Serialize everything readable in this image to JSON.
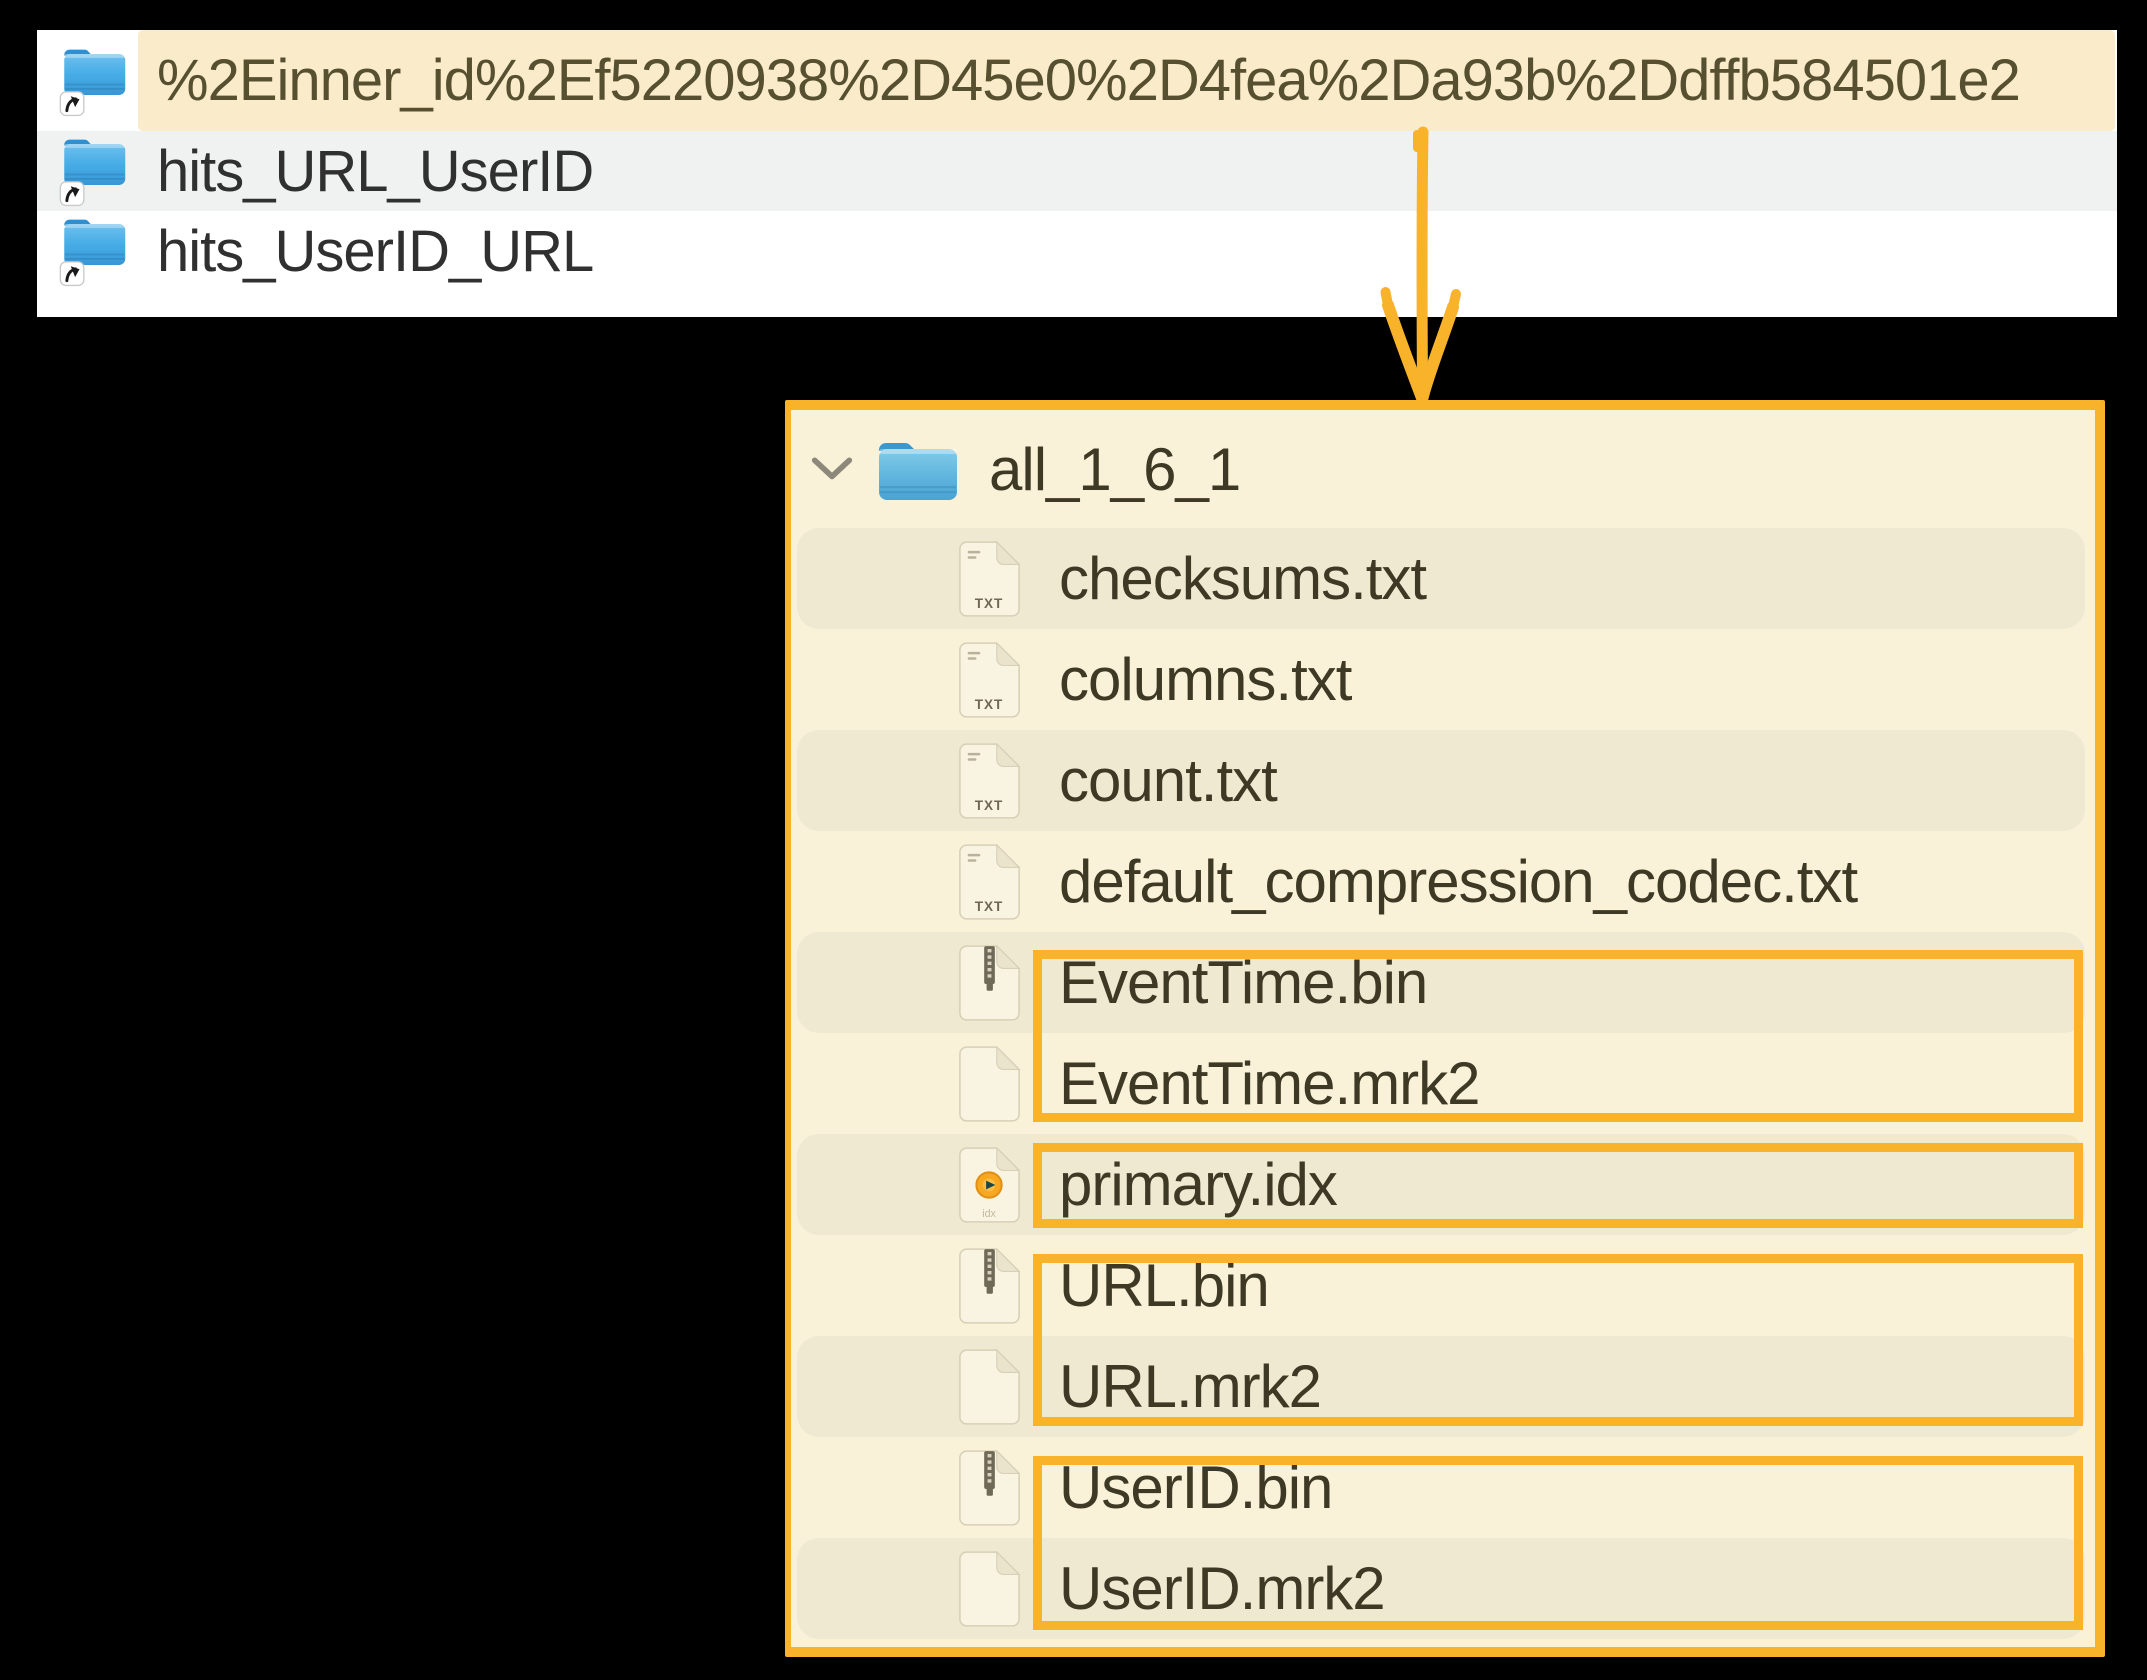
{
  "finder_window": {
    "rows": [
      {
        "label": "%2Einner_id%2Ef5220938%2D45e0%2D4fea%2Da93b%2Ddffb584501e2",
        "icon": "alias-folder-icon",
        "highlighted": true
      },
      {
        "label": "hits_URL_UserID",
        "icon": "alias-folder-icon",
        "highlighted": false
      },
      {
        "label": "hits_UserID_URL",
        "icon": "alias-folder-icon",
        "highlighted": false
      }
    ]
  },
  "part_panel": {
    "root": {
      "label": "all_1_6_1",
      "icon": "folder-icon",
      "expanded": true
    },
    "files": [
      {
        "label": "checksums.txt",
        "icon": "txt-file-icon"
      },
      {
        "label": "columns.txt",
        "icon": "txt-file-icon"
      },
      {
        "label": "count.txt",
        "icon": "txt-file-icon"
      },
      {
        "label": "default_compression_codec.txt",
        "icon": "txt-file-icon"
      },
      {
        "label": "EventTime.bin",
        "icon": "bin-file-icon"
      },
      {
        "label": "EventTime.mrk2",
        "icon": "mrk2-file-icon"
      },
      {
        "label": "primary.idx",
        "icon": "idx-file-icon"
      },
      {
        "label": "URL.bin",
        "icon": "bin-file-icon"
      },
      {
        "label": "URL.mrk2",
        "icon": "mrk2-file-icon"
      },
      {
        "label": "UserID.bin",
        "icon": "bin-file-icon"
      },
      {
        "label": "UserID.mrk2",
        "icon": "mrk2-file-icon"
      }
    ],
    "highlight_boxes": [
      {
        "files": [
          "EventTime.bin",
          "EventTime.mrk2"
        ]
      },
      {
        "files": [
          "primary.idx"
        ]
      },
      {
        "files": [
          "URL.bin",
          "URL.mrk2"
        ]
      },
      {
        "files": [
          "UserID.bin",
          "UserID.mrk2"
        ]
      }
    ]
  },
  "colors": {
    "accent_orange": "#f9b32b",
    "row_highlight_tan": "#faeccb",
    "row_alt_gray": "#f0f2f2",
    "panel_background": "#faf1d9",
    "panel_stripe": "#f0e9d2",
    "panel_text": "#3e3924",
    "finder_text": "#303030"
  }
}
